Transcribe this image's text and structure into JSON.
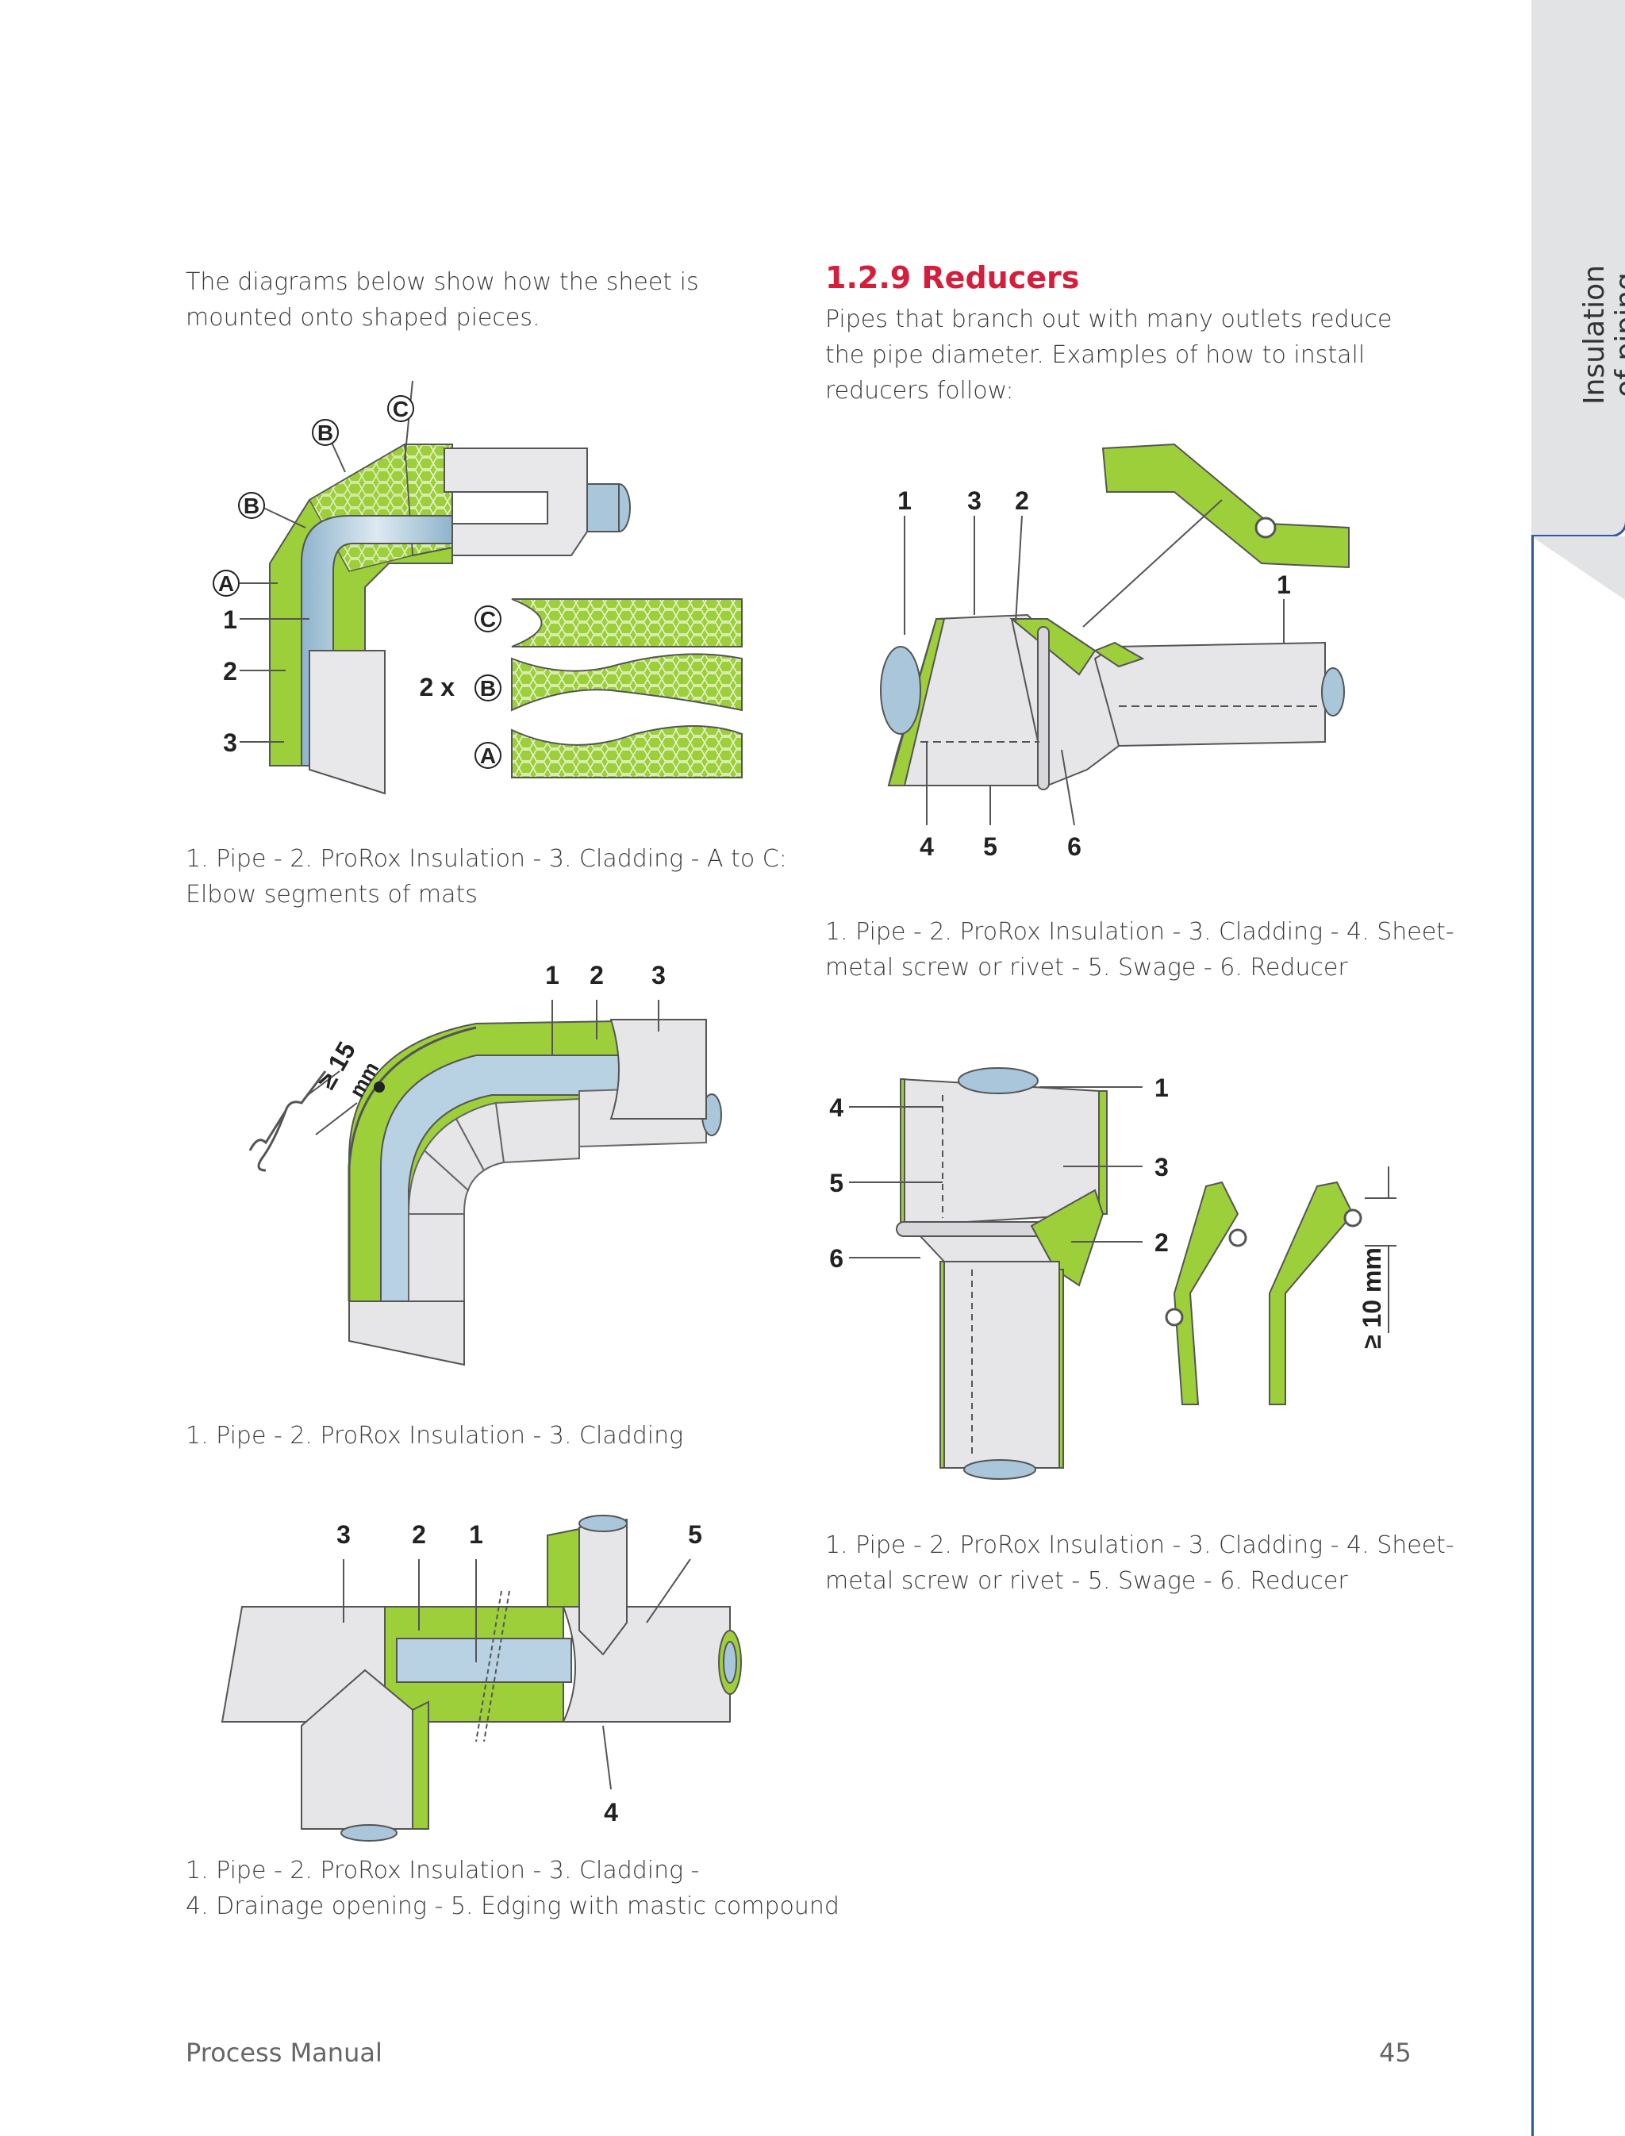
{
  "intro": {
    "line1": "The diagrams below show how the sheet is",
    "line2": "mounted onto shaped pieces."
  },
  "reducers": {
    "heading": "1.2.9 Reducers",
    "line1": "Pipes that branch out with many outlets reduce",
    "line2": "the pipe diameter. Examples of how to install",
    "line3": "reducers follow:"
  },
  "fig1": {
    "labels": {
      "c_top": "C",
      "b_top": "B",
      "b_left": "B",
      "a_left": "A",
      "n1": "1",
      "n2": "2",
      "n3": "3",
      "c_mat": "C",
      "b_mat_prefix": "2 x",
      "b_mat": "B",
      "a_mat": "A"
    },
    "caption_line1": "1. Pipe - 2. ProRox Insulation - 3. Cladding - A to C:",
    "caption_line2": "Elbow segments of mats"
  },
  "fig2": {
    "labels": {
      "n1": "1",
      "n2": "2",
      "n3": "3",
      "dim1": "≥ 15",
      "dim2": "mm"
    },
    "caption": "1. Pipe - 2. ProRox Insulation - 3. Cladding"
  },
  "fig3": {
    "labels": {
      "n3": "3",
      "n2": "2",
      "n1": "1",
      "n5": "5",
      "n4": "4"
    },
    "caption_line1": "1. Pipe - 2. ProRox Insulation - 3. Cladding -",
    "caption_line2": "4. Drainage opening - 5. Edging with mastic compound"
  },
  "fig4": {
    "labels": {
      "n1": "1",
      "n3": "3",
      "n2": "2",
      "n1b": "1",
      "n4": "4",
      "n5": "5",
      "n6": "6"
    },
    "caption_line1": "1. Pipe - 2. ProRox Insulation - 3. Cladding - 4. Sheet-",
    "caption_line2": "metal screw or rivet - 5. Swage - 6. Reducer"
  },
  "fig5": {
    "labels": {
      "n1": "1",
      "n3": "3",
      "n2": "2",
      "n4": "4",
      "n5": "5",
      "n6": "6",
      "dim": "≥ 10 mm"
    },
    "caption_line1": "1. Pipe - 2. ProRox Insulation - 3. Cladding - 4. Sheet-",
    "caption_line2": "metal screw or rivet - 5. Swage - 6. Reducer"
  },
  "side_tab": {
    "label": "Insulation\nof piping"
  },
  "footer": {
    "title": "Process Manual",
    "page": "45"
  },
  "colors": {
    "insulation": "#9ccf3a",
    "cladding": "#e8e8ea",
    "pipe": "#a9c6da",
    "heading": "#d61e3c",
    "accent": "#2d58a6"
  }
}
